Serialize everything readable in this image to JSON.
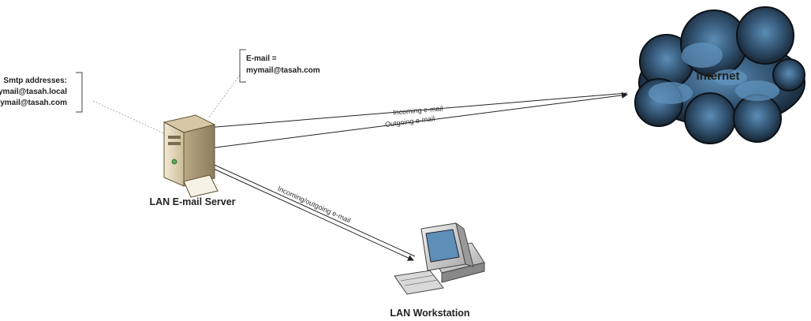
{
  "nodes": {
    "server_label": "LAN E-mail Server",
    "workstation_label": "LAN Workstation",
    "internet_label": "Internet"
  },
  "callouts": {
    "smtp": {
      "line1": "Smtp addresses:",
      "line2": "mymail@tasah.local",
      "line3": "mymail@tasah.com"
    },
    "email": {
      "line1": "E-mail =",
      "line2": "mymail@tasah.com"
    }
  },
  "connections": {
    "incoming": "Incoming e-mail",
    "outgoing": "Outgoing e-mail",
    "lan": "Incoming/outgoing e-mail"
  },
  "colors": {
    "cloud_dark": "#1c2733",
    "cloud_light": "#4d7fa8",
    "server_beige": "#e8dcc2",
    "arrow": "#222222"
  }
}
